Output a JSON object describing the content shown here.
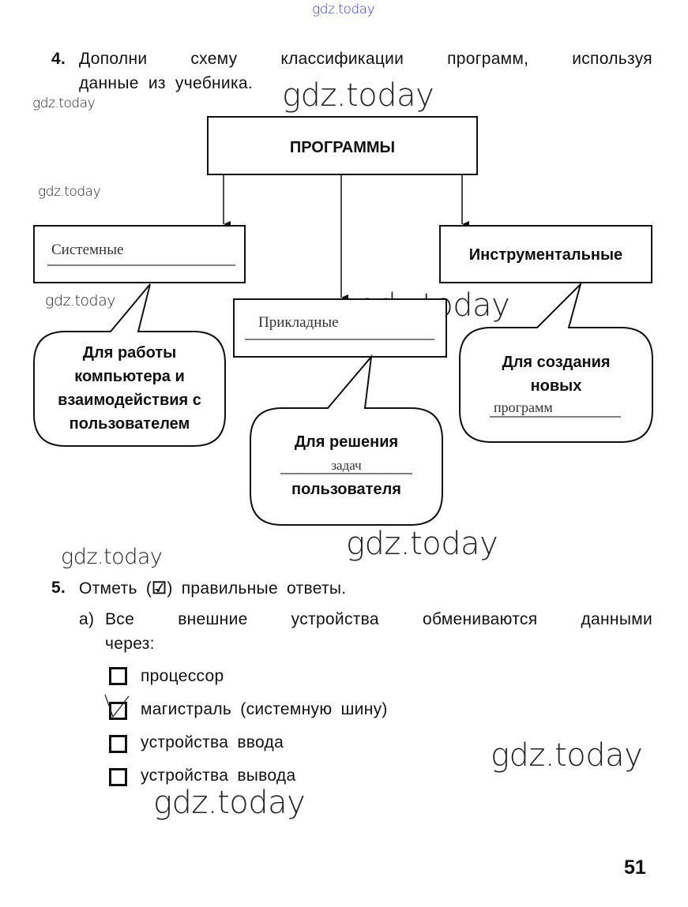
{
  "watermarks": {
    "text": "gdz.today",
    "top_color": "#3a3ad8"
  },
  "task4": {
    "number": "4.",
    "line1_words": [
      "Дополни",
      "схему",
      "классификации",
      "программ,",
      "используя"
    ],
    "line2": "данные из учебника."
  },
  "diagram": {
    "root": "ПРОГРАММЫ",
    "system": {
      "answer": "Системные",
      "description": [
        "Для работы",
        "компьютера и",
        "взаимодействия с",
        "пользователем"
      ]
    },
    "applied": {
      "answer": "Прикладные",
      "description_line1": "Для решения",
      "description_answer": "задач",
      "description_line3": "пользователя"
    },
    "tools": {
      "label": "Инструментальные",
      "description": [
        "Для создания",
        "новых"
      ],
      "description_answer": "программ"
    }
  },
  "task5": {
    "number": "5.",
    "title_before": "Отметь (",
    "check_symbol": "☑",
    "title_after": ") правильные ответы.",
    "question_label": "а)",
    "question_words": [
      "Все",
      "внешние",
      "устройства",
      "обмениваются",
      "данными"
    ],
    "question_line2": "через:",
    "options": [
      {
        "label": "процессор",
        "checked": false
      },
      {
        "label": "магистраль (системную шину)",
        "checked": true
      },
      {
        "label": "устройства ввода",
        "checked": false
      },
      {
        "label": "устройства вывода",
        "checked": false
      }
    ]
  },
  "page_number": "51"
}
